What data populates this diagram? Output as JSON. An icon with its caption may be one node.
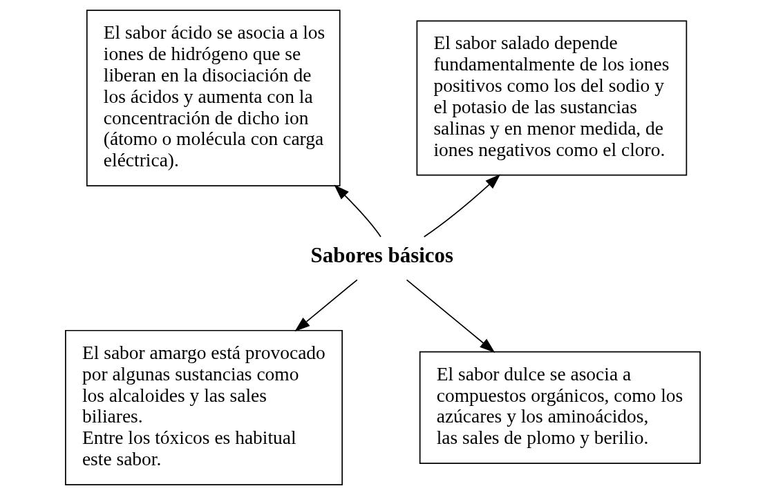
{
  "diagram": {
    "nodes": [
      {
        "text": [
          "El sabor ácido se asocia a los iones de hidrógeno que se liberan en la disociación de los ácidos y aumenta con la concentración de dicho ion (átomo o molécula con carga eléctrica)."
        ]
      },
      {
        "text": [
          "El sabor salado depende fundamentalmente de los iones positivos como los del sodio y el potasio de las sustancias salinas y en menor medida, de iones negativos como el cloro."
        ]
      },
      {
        "text": [
          "El sabor amargo está provocado por algunas sustancias como los alcaloides y las sales biliares.",
          "Entre los tóxicos es habitual este sabor."
        ]
      },
      {
        "text": [
          "Sabores básicos"
        ]
      },
      {
        "text": [
          "El sabor dulce se asocia a compuestos orgánicos, como los azúcares y los aminoácidos, las sales de plomo y berilio."
        ]
      }
    ],
    "edges": [
      {
        "from": 3,
        "to": 0,
        "arrow": "to"
      },
      {
        "from": 3,
        "to": 1,
        "arrow": "to"
      },
      {
        "from": 3,
        "to": 2,
        "arrow": "to"
      },
      {
        "from": 3,
        "to": 4,
        "arrow": "to"
      }
    ]
  }
}
